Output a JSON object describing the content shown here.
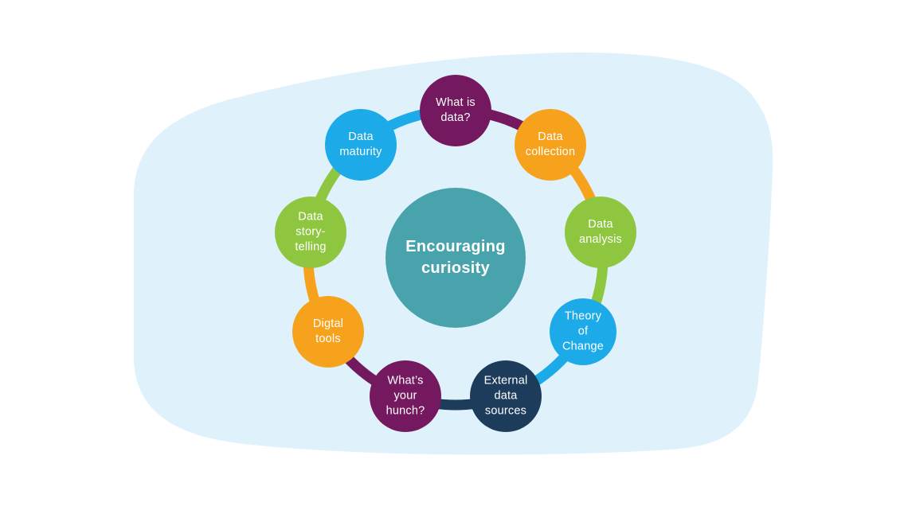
{
  "diagram": {
    "center": {
      "label": "Encouraging\ncuriosity",
      "color": "#48A3AC"
    },
    "nodes": [
      {
        "label": "What is\ndata?",
        "color": "#74195F"
      },
      {
        "label": "Data\ncollection",
        "color": "#F7A21C"
      },
      {
        "label": "Data\nanalysis",
        "color": "#8EC63F"
      },
      {
        "label": "Theory\nof\nChange",
        "color": "#1CAAE8"
      },
      {
        "label": "External\ndata\nsources",
        "color": "#1D3C5C"
      },
      {
        "label": "What’s\nyour\nhunch?",
        "color": "#74195F"
      },
      {
        "label": "Digtal\ntools",
        "color": "#F7A21C"
      },
      {
        "label": "Data\nstory-\ntelling",
        "color": "#8EC63F"
      },
      {
        "label": "Data\nmaturity",
        "color": "#1CAAE8"
      }
    ],
    "colors": {
      "page_background": "#FFFFFF",
      "blob_background": "#DFF2FC",
      "label_text": "#FFFFFF"
    }
  }
}
